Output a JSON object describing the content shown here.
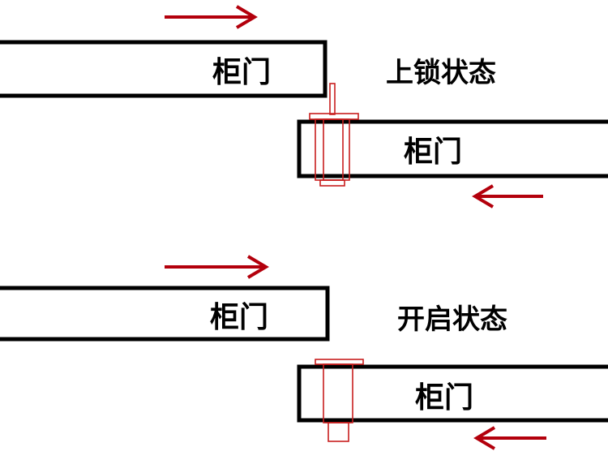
{
  "colors": {
    "door_outline": "#000000",
    "arrow": "#b3000c",
    "lock_part": "#c81e1e",
    "background": "#ffffff"
  },
  "locked": {
    "state_label": "上锁状态",
    "upper_door_label": "柜门",
    "lower_door_label": "柜门"
  },
  "open": {
    "state_label": "开启状态",
    "upper_door_label": "柜门",
    "lower_door_label": "柜门"
  },
  "icons": [
    "arrow-right-icon",
    "arrow-left-icon",
    "lock-pin-icon"
  ]
}
